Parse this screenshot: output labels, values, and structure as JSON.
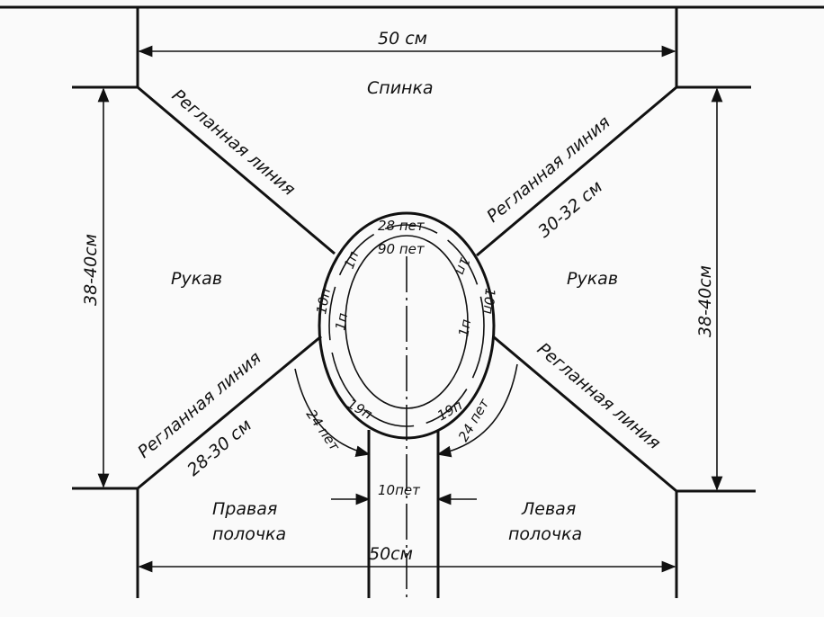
{
  "title": "Raglan pattern scheme",
  "labels": {
    "back": "Спинка",
    "sleeve_left": "Рукав",
    "sleeve_right": "Рукав",
    "front_right_1": "Правая",
    "front_right_2": "полочка",
    "front_left_1": "Левая",
    "front_left_2": "полочка",
    "raglan_tl": "Регланная линия",
    "raglan_tr": "Регланная линия",
    "raglan_bl": "Регланная линия",
    "raglan_br": "Регланная линия"
  },
  "dimensions": {
    "top_width": "50 см",
    "bottom_width": "50см",
    "left_height": "38-40см",
    "right_height": "38-40см",
    "raglan_tr_len": "30-32 см",
    "raglan_bl_len": "28-30 см"
  },
  "neck": {
    "back_sts": "28 пет",
    "neck_total": "90 пет",
    "sleeve_left_sts": "10п",
    "sleeve_right_sts": "10п",
    "raglan_sts_1": "1п",
    "raglan_sts_2": "1п",
    "raglan_sts_3": "1п",
    "raglan_sts_4": "1п",
    "front_left_sts": "19п",
    "front_right_sts": "19п",
    "front_left_outer": "24 пет",
    "front_right_outer": "24 пет",
    "placket": "10пет"
  }
}
